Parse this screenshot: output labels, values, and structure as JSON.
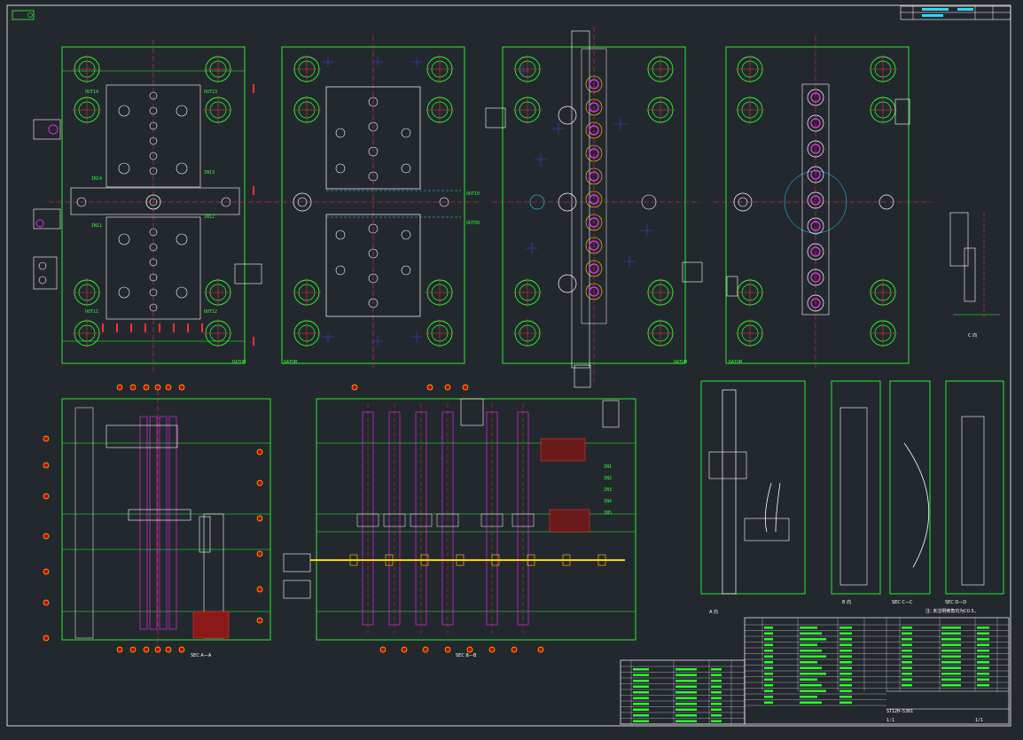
{
  "drawing": {
    "views": {
      "top_left": {
        "labels": [
          "OUT14",
          "OUT13",
          "IN14",
          "IN13",
          "IN12",
          "IN11",
          "OUT11",
          "OUT12",
          "DATUM"
        ]
      },
      "top_second": {
        "labels": [
          "OUT10",
          "OUT09",
          "DATUM"
        ]
      },
      "top_third": {
        "labels": [
          "DATUM"
        ]
      },
      "top_fourth": {
        "labels": [
          "DATUM"
        ]
      },
      "side_view": {
        "label": "C 向"
      }
    },
    "sections": {
      "aa": "SEC A—A",
      "bb": "SEC B—B",
      "a_view": "A 向",
      "b_view": "B 向",
      "cc": "SEC C—C",
      "dd": "SEC D—D"
    },
    "side_labels": [
      "IN1",
      "IN2",
      "IN3",
      "IN4",
      "IN5"
    ],
    "note": "注: 未注明倒角均为C0.5。",
    "title_block": {
      "drawing_no": "ST12H-5301",
      "sheet": "1/1",
      "scale": "1:1"
    },
    "colors": {
      "background": "#23282f",
      "outline": "#2bff2b",
      "center": "#ff3030",
      "hole": "#ffffff",
      "accent": "#ff2bff",
      "dim": "#ff3030",
      "cyan": "#2bd9ff",
      "blue": "#4040ff",
      "yellow": "#ffd400"
    }
  }
}
